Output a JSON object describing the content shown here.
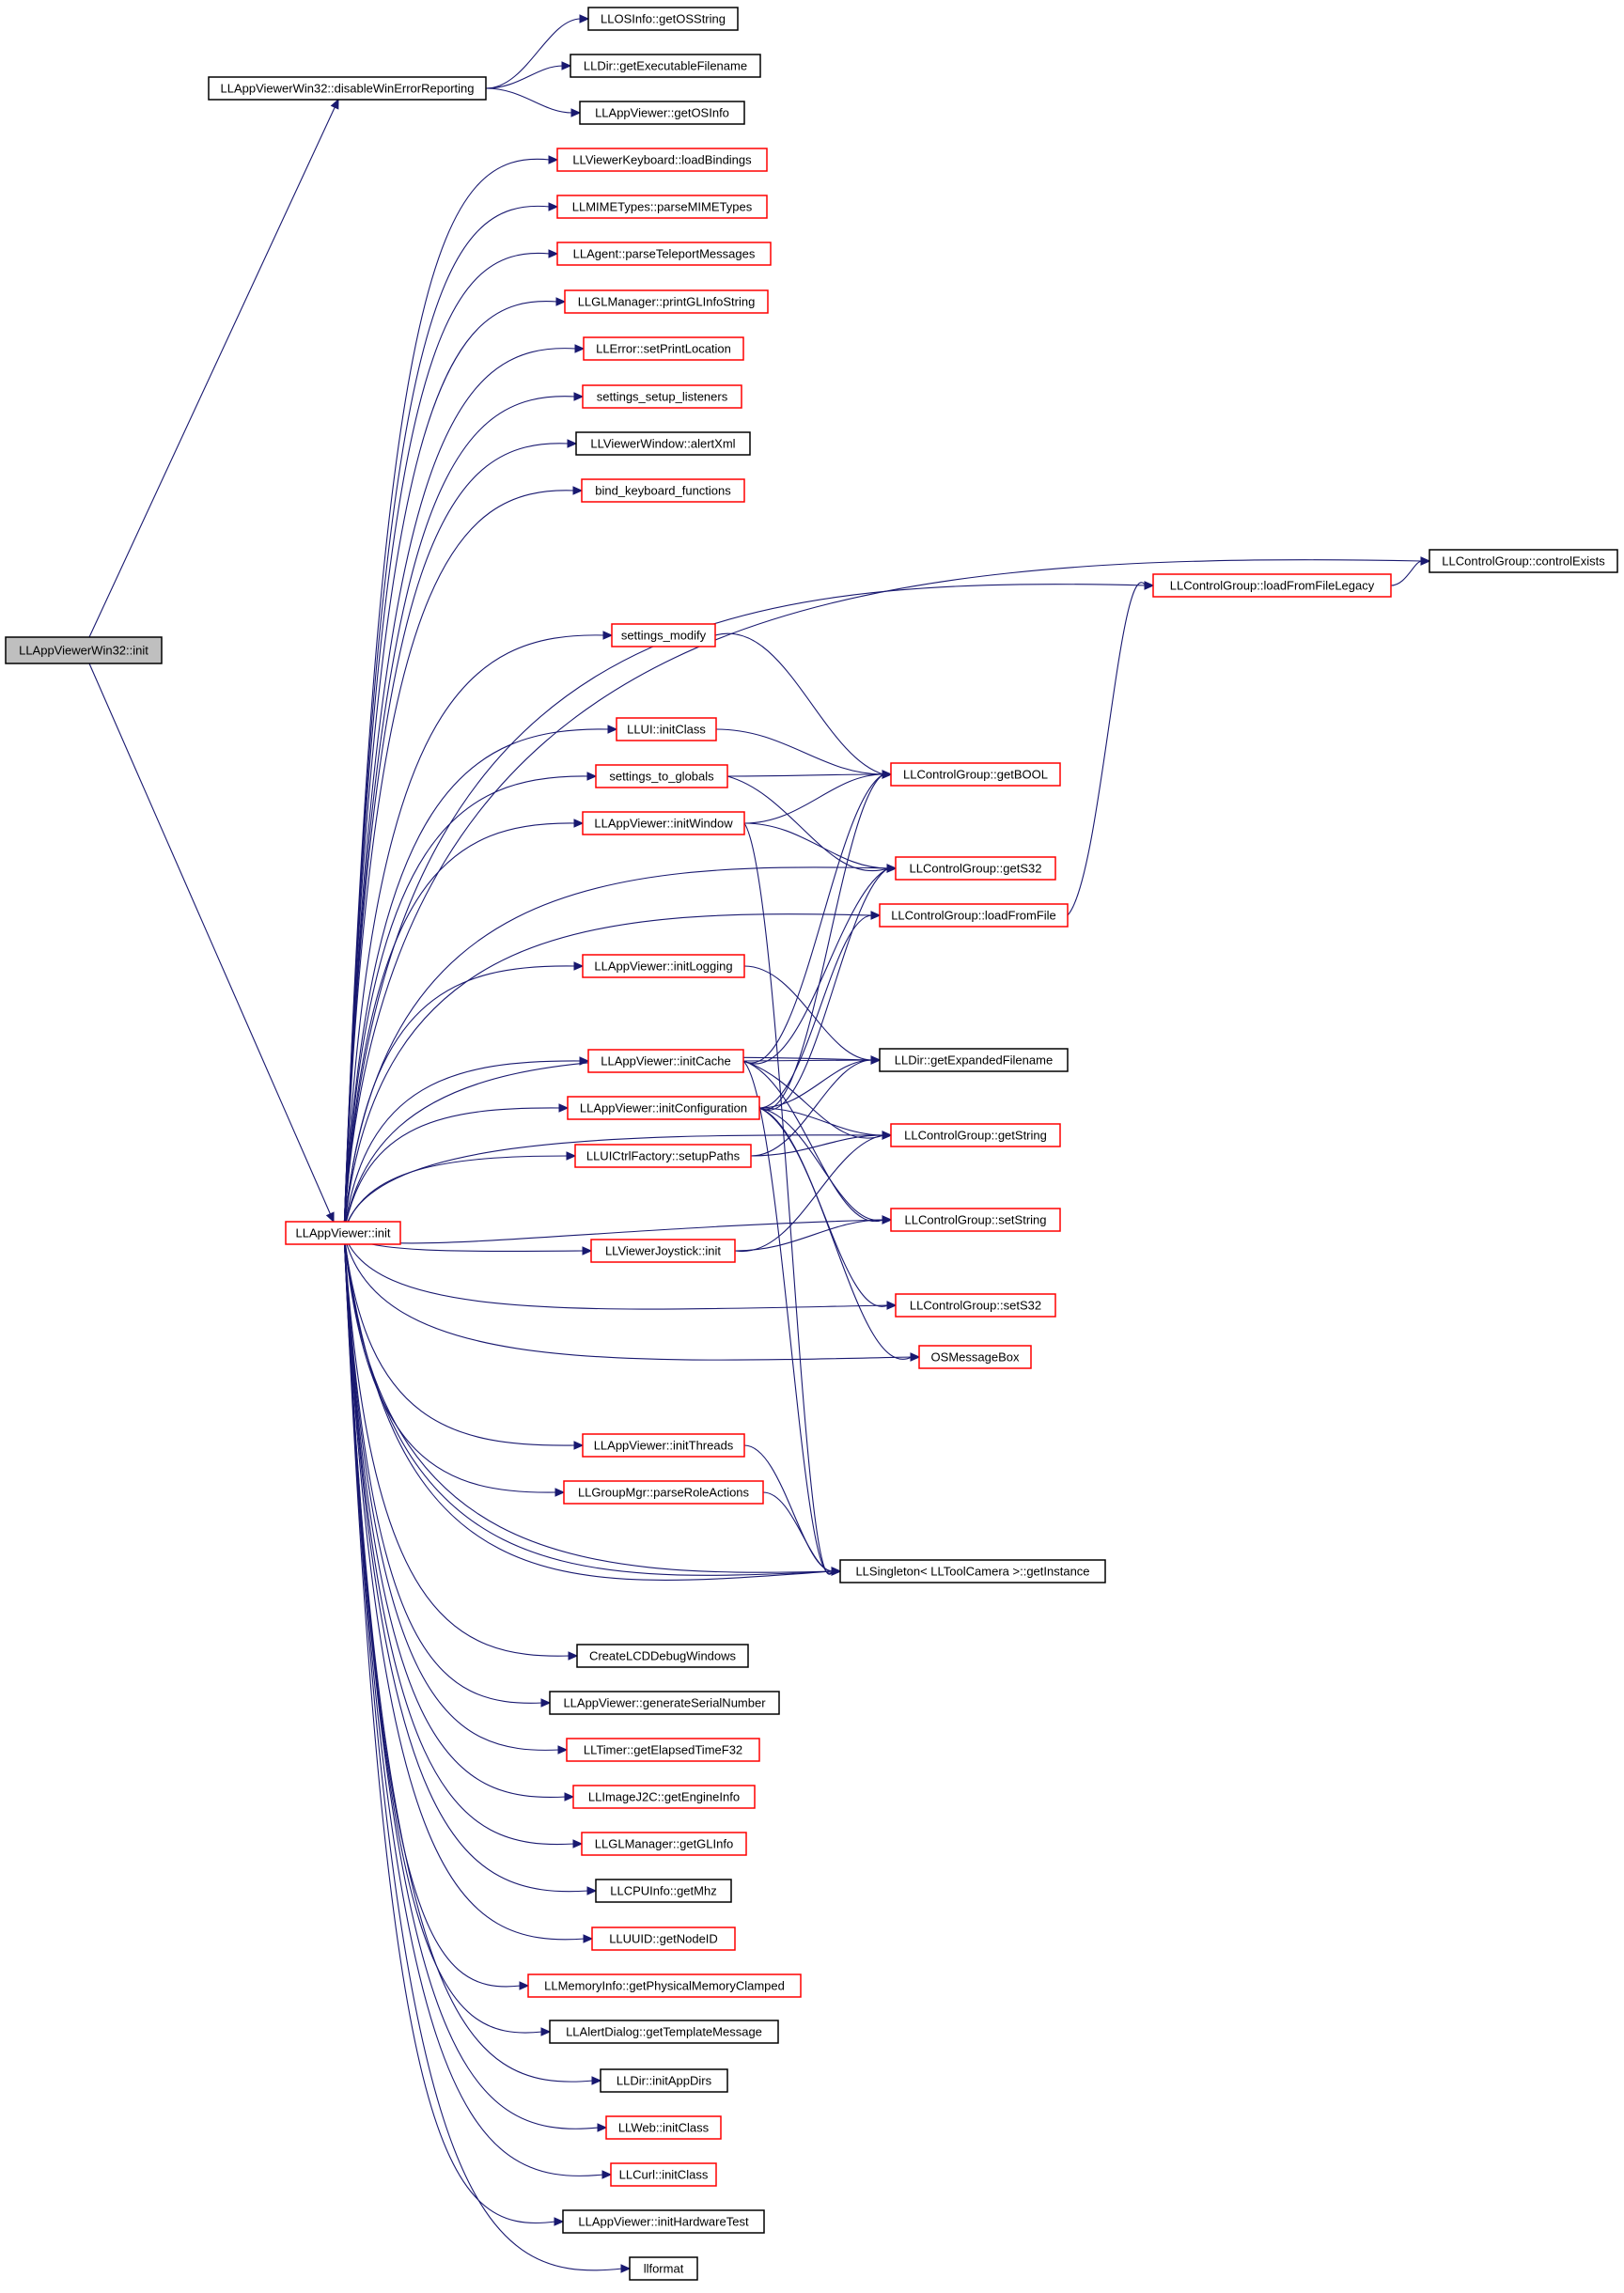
{
  "colors": {
    "edge": "#191970",
    "red_border": "#ff0000",
    "black_border": "#000000",
    "root_fill": "#bfbfbf"
  },
  "nodes": [
    {
      "id": "win32init",
      "label": "LLAppViewerWin32::init",
      "border": "root"
    },
    {
      "id": "disable",
      "label": "LLAppViewerWin32::disableWinErrorReporting",
      "border": "black"
    },
    {
      "id": "osstring",
      "label": "LLOSInfo::getOSString",
      "border": "black"
    },
    {
      "id": "exefile",
      "label": "LLDir::getExecutableFilename",
      "border": "black"
    },
    {
      "id": "getosinfo",
      "label": "LLAppViewer::getOSInfo",
      "border": "black"
    },
    {
      "id": "loadbind",
      "label": "LLViewerKeyboard::loadBindings",
      "border": "red"
    },
    {
      "id": "mime",
      "label": "LLMIMETypes::parseMIMETypes",
      "border": "red"
    },
    {
      "id": "teleport",
      "label": "LLAgent::parseTeleportMessages",
      "border": "red"
    },
    {
      "id": "glinfostr",
      "label": "LLGLManager::printGLInfoString",
      "border": "red"
    },
    {
      "id": "printloc",
      "label": "LLError::setPrintLocation",
      "border": "red"
    },
    {
      "id": "settingslisten",
      "label": "settings_setup_listeners",
      "border": "red"
    },
    {
      "id": "alertxml",
      "label": "LLViewerWindow::alertXml",
      "border": "black"
    },
    {
      "id": "bindkey",
      "label": "bind_keyboard_functions",
      "border": "red"
    },
    {
      "id": "ctrlexists",
      "label": "LLControlGroup::controlExists",
      "border": "black"
    },
    {
      "id": "loadlegacy",
      "label": "LLControlGroup::loadFromFileLegacy",
      "border": "red"
    },
    {
      "id": "setmodify",
      "label": "settings_modify",
      "border": "red"
    },
    {
      "id": "uiinit",
      "label": "LLUI::initClass",
      "border": "red"
    },
    {
      "id": "getbool",
      "label": "LLControlGroup::getBOOL",
      "border": "red"
    },
    {
      "id": "setglobals",
      "label": "settings_to_globals",
      "border": "red"
    },
    {
      "id": "initwin",
      "label": "LLAppViewer::initWindow",
      "border": "red"
    },
    {
      "id": "gets32",
      "label": "LLControlGroup::getS32",
      "border": "red"
    },
    {
      "id": "loadfile",
      "label": "LLControlGroup::loadFromFile",
      "border": "red"
    },
    {
      "id": "initlog",
      "label": "LLAppViewer::initLogging",
      "border": "red"
    },
    {
      "id": "expfile",
      "label": "LLDir::getExpandedFilename",
      "border": "black"
    },
    {
      "id": "initcache",
      "label": "LLAppViewer::initCache",
      "border": "red"
    },
    {
      "id": "initconfig",
      "label": "LLAppViewer::initConfiguration",
      "border": "red"
    },
    {
      "id": "getstring",
      "label": "LLControlGroup::getString",
      "border": "red"
    },
    {
      "id": "setuppaths",
      "label": "LLUICtrlFactory::setupPaths",
      "border": "red"
    },
    {
      "id": "appinit",
      "label": "LLAppViewer::init",
      "border": "red"
    },
    {
      "id": "setstring",
      "label": "LLControlGroup::setString",
      "border": "red"
    },
    {
      "id": "joystick",
      "label": "LLViewerJoystick::init",
      "border": "red"
    },
    {
      "id": "sets32",
      "label": "LLControlGroup::setS32",
      "border": "red"
    },
    {
      "id": "msgbox",
      "label": "OSMessageBox",
      "border": "red"
    },
    {
      "id": "threads",
      "label": "LLAppViewer::initThreads",
      "border": "red"
    },
    {
      "id": "roleact",
      "label": "LLGroupMgr::parseRoleActions",
      "border": "red"
    },
    {
      "id": "singleton",
      "label": "LLSingleton< LLToolCamera >::getInstance",
      "border": "black"
    },
    {
      "id": "lcd",
      "label": "CreateLCDDebugWindows",
      "border": "black"
    },
    {
      "id": "serial",
      "label": "LLAppViewer::generateSerialNumber",
      "border": "black"
    },
    {
      "id": "elapsed",
      "label": "LLTimer::getElapsedTimeF32",
      "border": "red"
    },
    {
      "id": "j2c",
      "label": "LLImageJ2C::getEngineInfo",
      "border": "red"
    },
    {
      "id": "glinfo",
      "label": "LLGLManager::getGLInfo",
      "border": "red"
    },
    {
      "id": "mhz",
      "label": "LLCPUInfo::getMhz",
      "border": "black"
    },
    {
      "id": "nodeid",
      "label": "LLUUID::getNodeID",
      "border": "red"
    },
    {
      "id": "physmem",
      "label": "LLMemoryInfo::getPhysicalMemoryClamped",
      "border": "red"
    },
    {
      "id": "template",
      "label": "LLAlertDialog::getTemplateMessage",
      "border": "black"
    },
    {
      "id": "appdirs",
      "label": "LLDir::initAppDirs",
      "border": "black"
    },
    {
      "id": "webinit",
      "label": "LLWeb::initClass",
      "border": "red"
    },
    {
      "id": "curlinit",
      "label": "LLCurl::initClass",
      "border": "red"
    },
    {
      "id": "hwtest",
      "label": "LLAppViewer::initHardwareTest",
      "border": "black"
    },
    {
      "id": "llformat",
      "label": "llformat",
      "border": "black"
    }
  ]
}
